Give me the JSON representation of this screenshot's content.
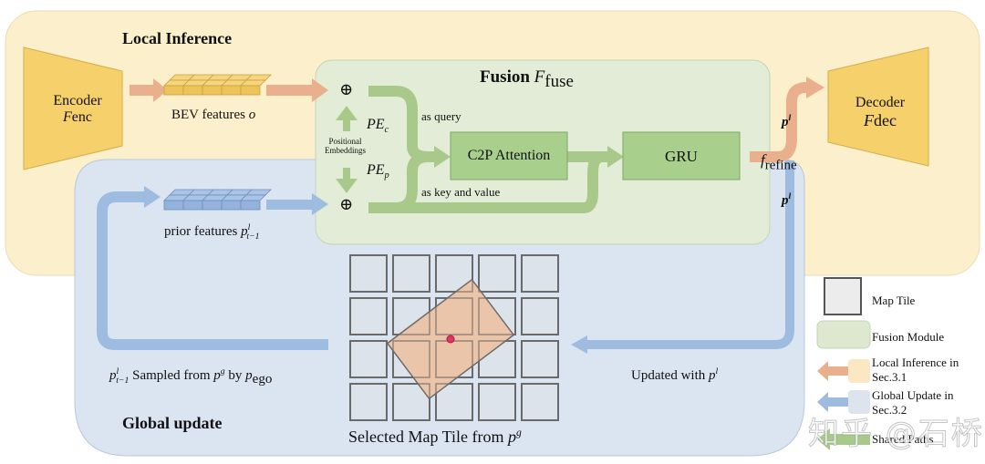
{
  "regions": {
    "local_inference": {
      "title": "Local Inference",
      "color": "#fcefcb"
    },
    "global_update": {
      "title": "Global update",
      "color": "#dbe5f1"
    },
    "fusion": {
      "title": "Fusion",
      "subscript": "fuse",
      "symbol": "F",
      "color": "#e2ecd6"
    }
  },
  "blocks": {
    "encoder": {
      "line1": "Encoder",
      "symbol": "F",
      "subscript": "enc"
    },
    "decoder": {
      "line1": "Decoder",
      "symbol": "F",
      "subscript": "dec"
    },
    "c2p_attention": "C2P Attention",
    "gru": "GRU"
  },
  "labels": {
    "bev_features": "BEV features ",
    "bev_symbol": "o",
    "prior_features": "prior features ",
    "as_query": "as query",
    "as_key_value": "as key and value",
    "positional_embeddings_1": "Positional",
    "positional_embeddings_2": "Embeddings",
    "pe_c": "PE",
    "pe_c_sub": "c",
    "pe_p": "PE",
    "pe_p_sub": "p",
    "oplus": "⊕",
    "f_refine": "f",
    "f_refine_sub": "refine",
    "p_t_l": "p",
    "sampled_from": " Sampled from ",
    "by": " by ",
    "p_g": "p",
    "g_sup": "g",
    "p_ego": "p",
    "ego_sub": "ego",
    "updated_with": "Updated with ",
    "selected_map_tile": "Selected Map Tile from ",
    "t_minus_1": "t−1",
    "l_sup": "l",
    "t_sub": "t"
  },
  "map_grid": {
    "rows": 4,
    "cols": 5,
    "selected_rotation_deg": -37
  },
  "legend": [
    {
      "label": "Map Tile",
      "icon": "map-tile-swatch"
    },
    {
      "label": "Fusion Module",
      "icon": "fusion-module-swatch"
    },
    {
      "label": "Local Inference in",
      "label2": "Sec.3.1",
      "icon": "orange-arrow"
    },
    {
      "label": "Global Update in",
      "label2": "Sec.3.2",
      "icon": "blue-arrow"
    },
    {
      "label": "Shared Paths",
      "icon": "green-arrow"
    }
  ],
  "colors": {
    "orange_arrow": "#eab08e",
    "blue_arrow": "#9dbce0",
    "green_arrow": "#a9c98a",
    "block_yellow": "#f6d06a",
    "block_green": "#a8cf8c",
    "tile_fill": "#dde3ea",
    "tile_stroke": "#6b6b6b",
    "selection_fill": "#edc09e"
  },
  "watermark": "知乎 @石桥"
}
